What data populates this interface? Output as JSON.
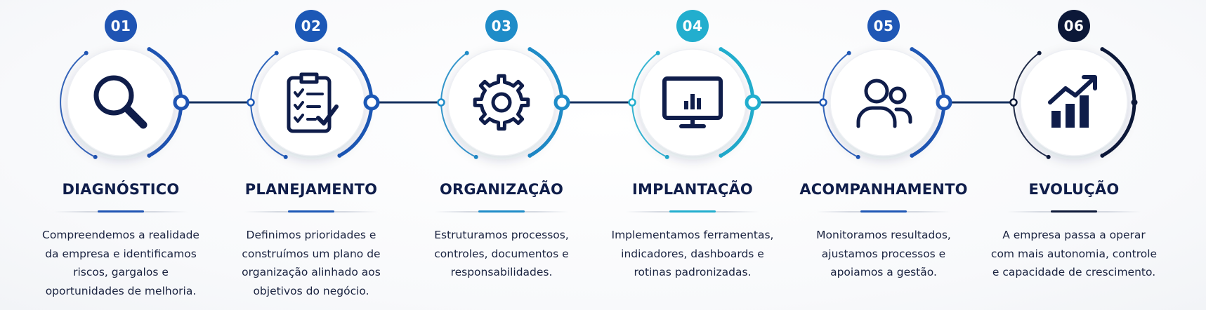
{
  "colors": {
    "navy": "#0f1d4a",
    "connector": "#14305e",
    "text": "#1a2340"
  },
  "steps": [
    {
      "number": "01",
      "title": "DIAGNÓSTICO",
      "icon": "magnifier-icon",
      "color": "#1f54b3",
      "description": [
        "Compreendemos a realidade",
        "da empresa e identificamos",
        "riscos, gargalos e",
        "oportunidades de melhoria."
      ]
    },
    {
      "number": "02",
      "title": "PLANEJAMENTO",
      "icon": "clipboard-checklist-icon",
      "color": "#1c58b6",
      "description": [
        "Definimos prioridades e",
        "construímos um plano de",
        "organização alinhado aos",
        "objetivos do negócio."
      ]
    },
    {
      "number": "03",
      "title": "ORGANIZAÇÃO",
      "icon": "gear-icon",
      "color": "#1f8cc8",
      "description": [
        "Estruturamos processos,",
        "controles, documentos e",
        "responsabilidades."
      ]
    },
    {
      "number": "04",
      "title": "IMPLANTAÇÃO",
      "icon": "monitor-chart-icon",
      "color": "#22aece",
      "description": [
        "Implementamos ferramentas,",
        "indicadores, dashboards e",
        "rotinas padronizadas."
      ]
    },
    {
      "number": "05",
      "title": "ACOMPANHAMENTO",
      "icon": "users-icon",
      "color": "#1f57b5",
      "description": [
        "Monitoramos resultados,",
        "ajustamos processos e",
        "apoiamos a gestão."
      ]
    },
    {
      "number": "06",
      "title": "EVOLUÇÃO",
      "icon": "growth-chart-icon",
      "color": "#0c1838",
      "description": [
        "A empresa passa a operar",
        "com mais autonomia, controle",
        "e capacidade de crescimento."
      ]
    }
  ]
}
